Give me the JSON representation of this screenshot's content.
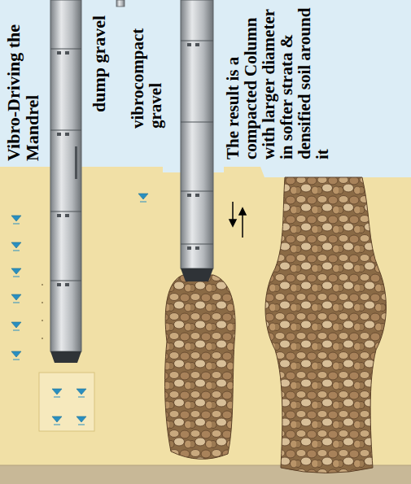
{
  "diagram": {
    "labels": [
      "Vibro-Driving the Mandrel",
      "dump gravel",
      "vibrocompact gravel",
      "The result is a compacted Column with larger diameter in softer strata & densified soil around it"
    ]
  }
}
